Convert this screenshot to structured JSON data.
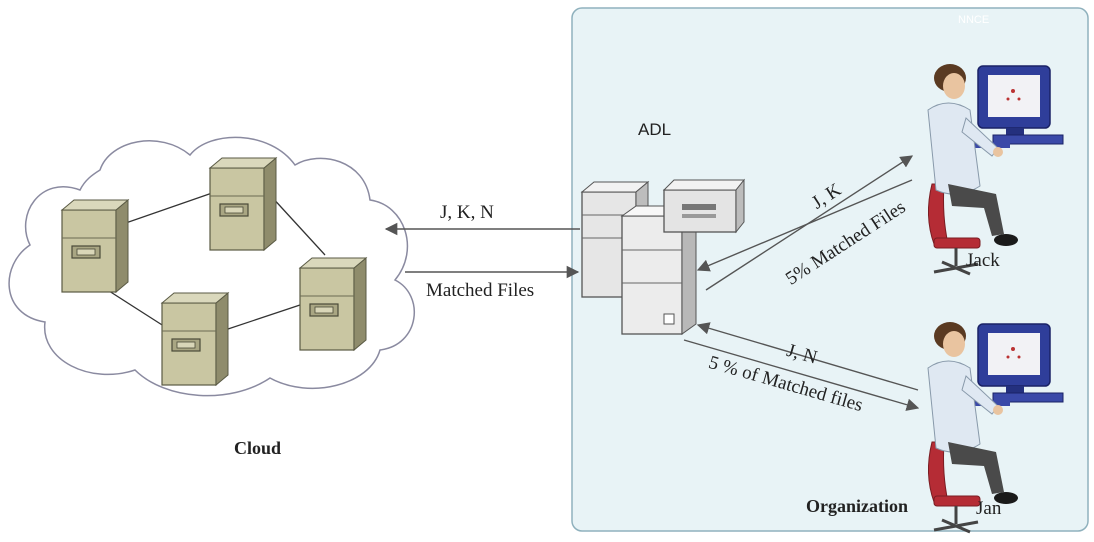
{
  "labels": {
    "adl": "ADL",
    "cloud": "Cloud",
    "organization": "Organization",
    "jack": "Jack",
    "jan": "Jan",
    "watermark": "NNCE"
  },
  "arrows": {
    "query_to_cloud": "J, K, N",
    "matched_from_cloud": "Matched Files",
    "jack_query": "J, K",
    "jack_result": "5% Matched Files",
    "jan_query": "J, N",
    "jan_result": "5 % of Matched files"
  },
  "icons": {
    "cloud_servers": [
      "server-icon",
      "server-icon",
      "server-icon",
      "server-icon"
    ],
    "adl": [
      "server-rack-icon",
      "printer-icon"
    ],
    "users": [
      "user-at-computer-icon",
      "user-at-computer-icon"
    ]
  },
  "colors": {
    "panel_fill": "#e8f3f6",
    "panel_border": "#8fb1bd",
    "server_fill": "#c9c6a2",
    "adl_server_fill": "#e6e6e6",
    "arrow": "#555555",
    "monitor": "#2f3e9a",
    "chair": "#b52c35"
  }
}
